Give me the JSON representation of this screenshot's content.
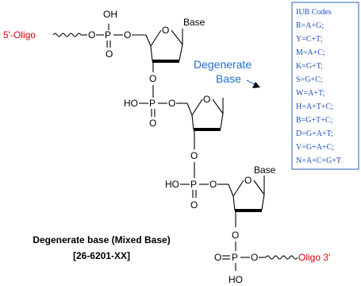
{
  "oligo_start": "5'-Oligo",
  "oligo_end": "Oligo 3'",
  "base_label": "Base",
  "degenerate_label_line1": "Degenerate",
  "degenerate_label_line2": "Base",
  "atoms": {
    "O": "O",
    "P": "P",
    "OH": "OH",
    "HO": "HO"
  },
  "caption_line1": "Degenerate base (Mixed Base)",
  "caption_line2": "[26-6201-XX]",
  "iub": {
    "title": "IUB Codes",
    "codes": [
      "R=A+G;",
      "Y=C+T;",
      "M=A+C;",
      "K=G+T;",
      "S=G+C;",
      "W=A+T;",
      "H=A+T+C;",
      "B=G+T+C;",
      "D=G+A+T;",
      "V=G+A+C;",
      "N=A+C+G+T"
    ]
  },
  "colors": {
    "red_text": "#e00000",
    "blue_text": "#1e6fd0",
    "iub_text": "#1e4fbf",
    "iub_border": "#2a5db0"
  }
}
